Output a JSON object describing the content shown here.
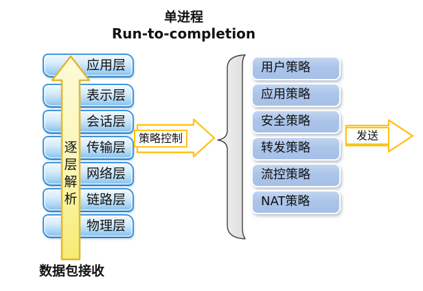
{
  "title": {
    "line1": "单进程",
    "line2": "Run-to-completion"
  },
  "osi_stack": {
    "layers": [
      "应用层",
      "表示层",
      "会话层",
      "传输层",
      "网络层",
      "链路层",
      "物理层"
    ]
  },
  "parse_arrow": {
    "label": "逐层解析"
  },
  "receive_label": "数据包接收",
  "policy_control_arrow": {
    "label": "策略控制"
  },
  "policy_stack": {
    "policies": [
      "用户策略",
      "应用策略",
      "安全策略",
      "转发策略",
      "流控策略",
      "NAT策略"
    ]
  },
  "send_arrow": {
    "label": "发送"
  },
  "colors": {
    "layer_box_border": "#3f94dd",
    "layer_box_fill_top": "#f0f8fe",
    "layer_box_fill_bottom": "#7fbcee",
    "policy_box_fill": "#abc5e9",
    "policy_box_border": "#ffffff",
    "block_arrow_outline": "#ffc315",
    "up_arrow_border": "#e2b62c",
    "up_arrow_fill": "#f6ea72",
    "brace_fill": "#e9e9e9",
    "text": "#111111"
  }
}
